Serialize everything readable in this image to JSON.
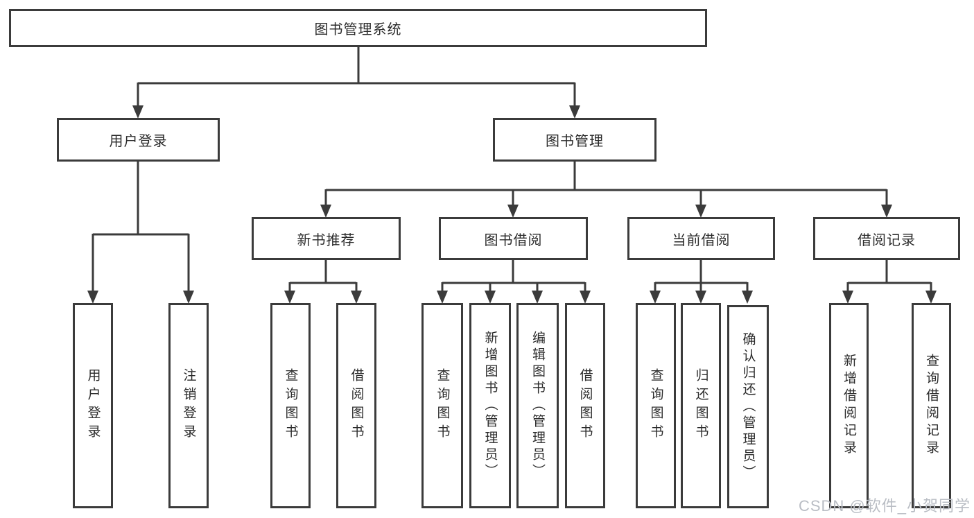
{
  "tree": {
    "root": {
      "label": "图书管理系统"
    },
    "branches": [
      {
        "label": "用户登录",
        "children": [
          {
            "label": "用户登录"
          },
          {
            "label": "注销登录"
          }
        ]
      },
      {
        "label": "图书管理",
        "children": [
          {
            "label": "新书推荐",
            "children": [
              {
                "label": "查询图书"
              },
              {
                "label": "借阅图书"
              }
            ]
          },
          {
            "label": "图书借阅",
            "children": [
              {
                "label": "查询图书"
              },
              {
                "label": "新增图书（管理员）"
              },
              {
                "label": "编辑图书（管理员）"
              },
              {
                "label": "借阅图书"
              }
            ]
          },
          {
            "label": "当前借阅",
            "children": [
              {
                "label": "查询图书"
              },
              {
                "label": "归还图书"
              },
              {
                "label": "确认归还（管理员）"
              }
            ]
          },
          {
            "label": "借阅记录",
            "children": [
              {
                "label": "新增借阅记录"
              },
              {
                "label": "查询借阅记录"
              }
            ]
          }
        ]
      }
    ]
  },
  "watermark": {
    "text": "CSDN @软件_小贺同学"
  },
  "colors": {
    "line": "#3b3b3b",
    "box_border": "#3b3b3b",
    "box_fill": "#ffffff",
    "text": "#2b2b2b",
    "watermark": "#b9bdc4",
    "background": "#ffffff"
  }
}
